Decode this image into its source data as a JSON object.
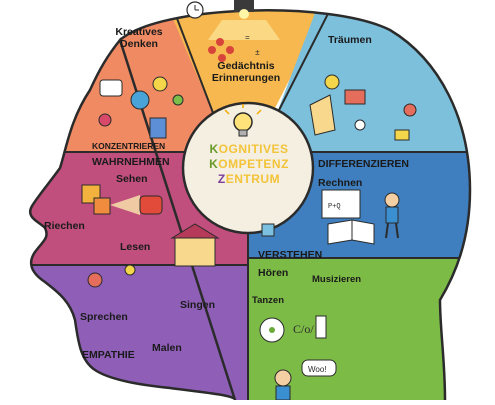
{
  "center": {
    "line1_initial": "K",
    "line1_rest": "OGNITIVES",
    "line2_initial": "K",
    "line2_rest": "OMPETENZ",
    "line3_initial": "Z",
    "line3_rest": "ENTRUM"
  },
  "segments": {
    "kreatives_denken": "Kreatives\nDenken",
    "konzentrieren": "KONZENTRIEREN",
    "gedaechtnis": "Gedächtnis\nErinnerungen",
    "traeumen": "Träumen",
    "wahrnehmen": "WAHRNEHMEN",
    "sehen": "Sehen",
    "riechen": "Riechen",
    "lesen": "Lesen",
    "differenzieren": "DIFFERENZIEREN",
    "rechnen": "Rechnen",
    "verstehen": "VERSTEHEN",
    "hoeren": "Hören",
    "musizieren": "Musizieren",
    "tanzen": "Tanzen",
    "singen": "Singen",
    "sprechen": "Sprechen",
    "empathie": "EMPATHIE",
    "malen": "Malen"
  },
  "doodles": {
    "woo_bubble": "Woo!",
    "clef_text": "C/o/",
    "math_text": "P+Q"
  },
  "colors": {
    "kreativ": "#ef8a63",
    "gedaechtnis": "#f7b94f",
    "traeumen": "#7cc0dc",
    "wahrnehmen": "#c04f7d",
    "differenzieren": "#3f7fbf",
    "hoeren": "#7dbb47",
    "sprechen": "#8f5fb8",
    "center": "#f4efe0",
    "outline": "#2b2b2b"
  }
}
